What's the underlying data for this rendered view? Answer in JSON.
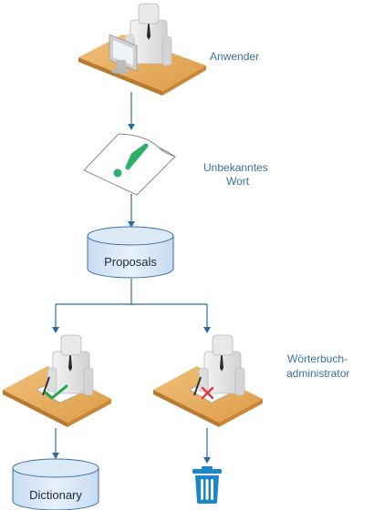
{
  "labels": {
    "user": "Anwender",
    "unknown_word_line1": "Unbekanntes",
    "unknown_word_line2": "Wort",
    "admin_line1": "Wörterbuch-",
    "admin_line2": "administrator"
  },
  "stores": {
    "proposals": "Proposals",
    "dictionary": "Dictionary"
  },
  "colors": {
    "connector": "#2d6aa3",
    "label_text": "#3a6f9e",
    "desk": "#e3a95a",
    "cylinder_fill": "#dbe8f6",
    "cylinder_stroke": "#3a6fa8",
    "exclamation": "#2fb06a",
    "check": "#1fa84a",
    "cross": "#d93a3a",
    "trash": "#1b86c9"
  },
  "icons": [
    "user-at-computer-icon",
    "unknown-word-document-icon",
    "admin-approve-icon",
    "admin-reject-icon",
    "trash-icon"
  ]
}
